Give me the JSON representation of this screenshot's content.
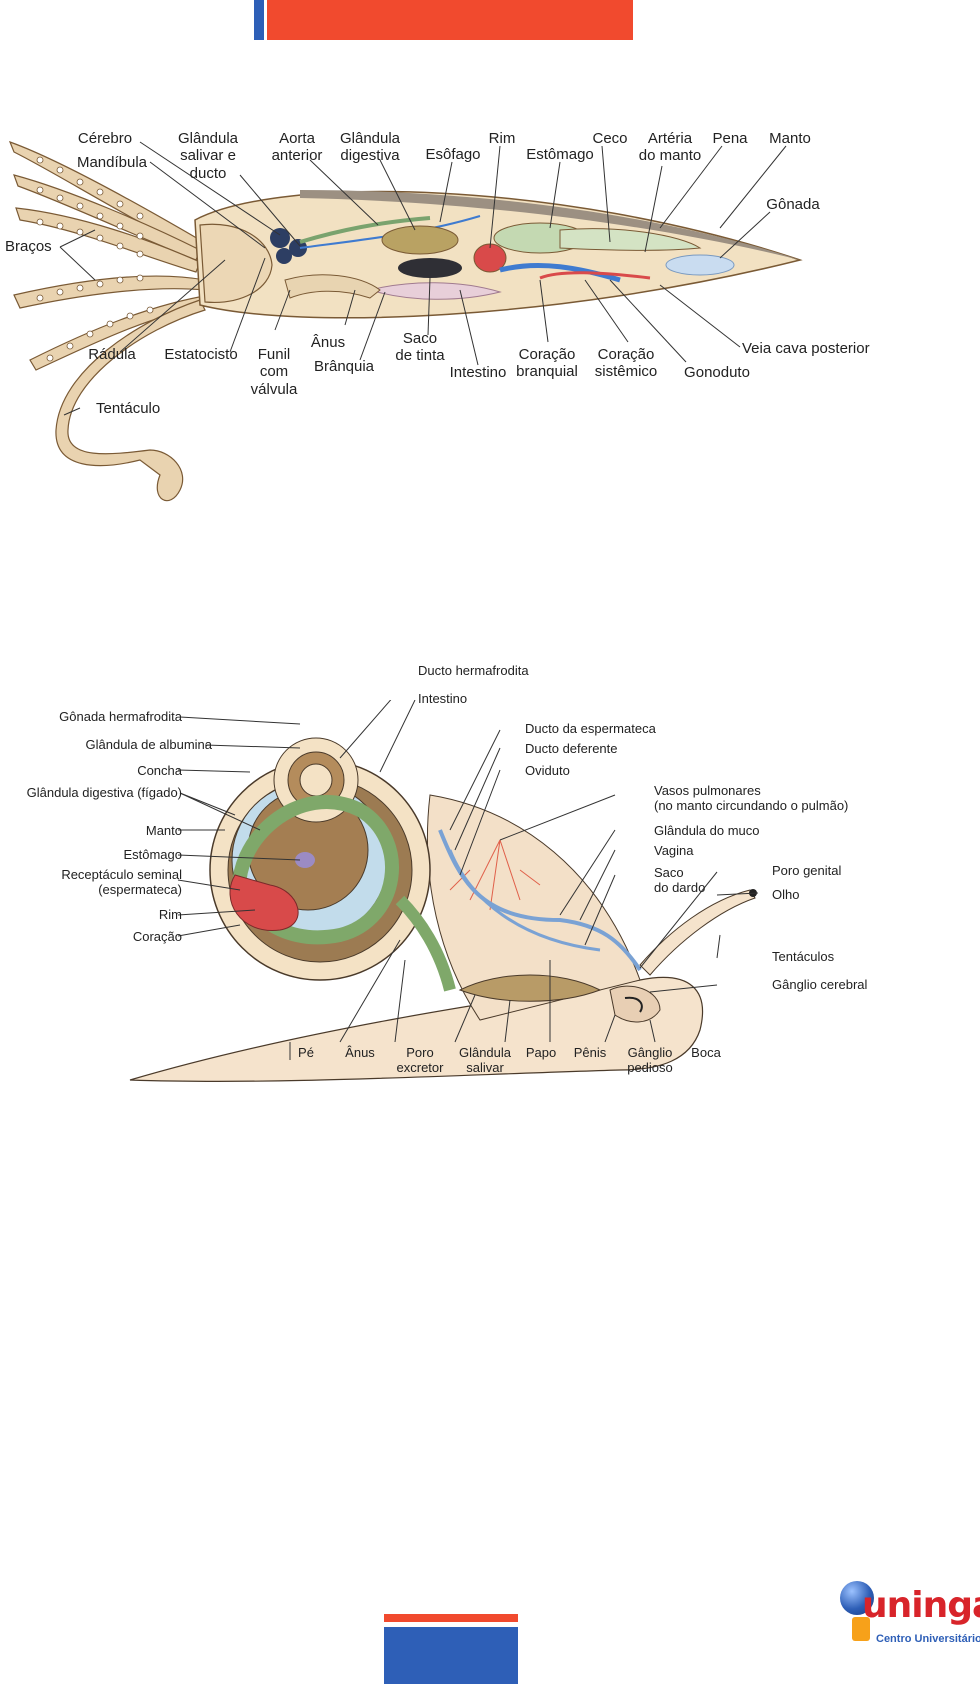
{
  "squid": {
    "labels": [
      {
        "text": "Cérebro"
      },
      {
        "text": "Mandíbula"
      },
      {
        "text": "Glândula\nsalivar e\nducto"
      },
      {
        "text": "Aorta\nanterior"
      },
      {
        "text": "Glândula\ndigestiva"
      },
      {
        "text": "Esôfago"
      },
      {
        "text": "Rim"
      },
      {
        "text": "Estômago"
      },
      {
        "text": "Ceco"
      },
      {
        "text": "Artéria\ndo manto"
      },
      {
        "text": "Pena"
      },
      {
        "text": "Manto"
      },
      {
        "text": "Gônada"
      },
      {
        "text": "Braços"
      },
      {
        "text": "Rádula"
      },
      {
        "text": "Estatocisto"
      },
      {
        "text": "Funil\ncom\nválvula"
      },
      {
        "text": "Ânus"
      },
      {
        "text": "Brânquia"
      },
      {
        "text": "Saco\nde tinta"
      },
      {
        "text": "Intestino"
      },
      {
        "text": "Coração\nbranquial"
      },
      {
        "text": "Coração\nsistêmico"
      },
      {
        "text": "Gonoduto"
      },
      {
        "text": "Veia cava posterior"
      },
      {
        "text": "Tentáculo"
      }
    ]
  },
  "snail": {
    "labels": [
      {
        "text": "Ducto hermafrodita"
      },
      {
        "text": "Intestino"
      },
      {
        "text": "Gônada hermafrodita"
      },
      {
        "text": "Glândula de albumina"
      },
      {
        "text": "Concha"
      },
      {
        "text": "Glândula digestiva (fígado)"
      },
      {
        "text": "Manto"
      },
      {
        "text": "Estômago"
      },
      {
        "text": "Receptáculo seminal\n(espermateca)"
      },
      {
        "text": "Rim"
      },
      {
        "text": "Coração"
      },
      {
        "text": "Ducto da espermateca"
      },
      {
        "text": "Ducto deferente"
      },
      {
        "text": "Oviduto"
      },
      {
        "text": "Vasos pulmonares\n(no manto circundando o pulmão)"
      },
      {
        "text": "Glândula do muco"
      },
      {
        "text": "Vagina"
      },
      {
        "text": "Saco\ndo dardo"
      },
      {
        "text": "Poro genital"
      },
      {
        "text": "Olho"
      },
      {
        "text": "Tentáculos"
      },
      {
        "text": "Gânglio cerebral"
      },
      {
        "text": "Pé"
      },
      {
        "text": "Ânus"
      },
      {
        "text": "Poro\nexcretor"
      },
      {
        "text": "Glândula\nsalivar"
      },
      {
        "text": "Papo"
      },
      {
        "text": "Pênis"
      },
      {
        "text": "Gânglio\npedioso"
      },
      {
        "text": "Boca"
      }
    ]
  },
  "logo": {
    "name": "uningá",
    "subtitle": "Centro Universitário"
  },
  "colors": {
    "accent_red": "#f14a2e",
    "accent_blue": "#2e5fb7"
  }
}
